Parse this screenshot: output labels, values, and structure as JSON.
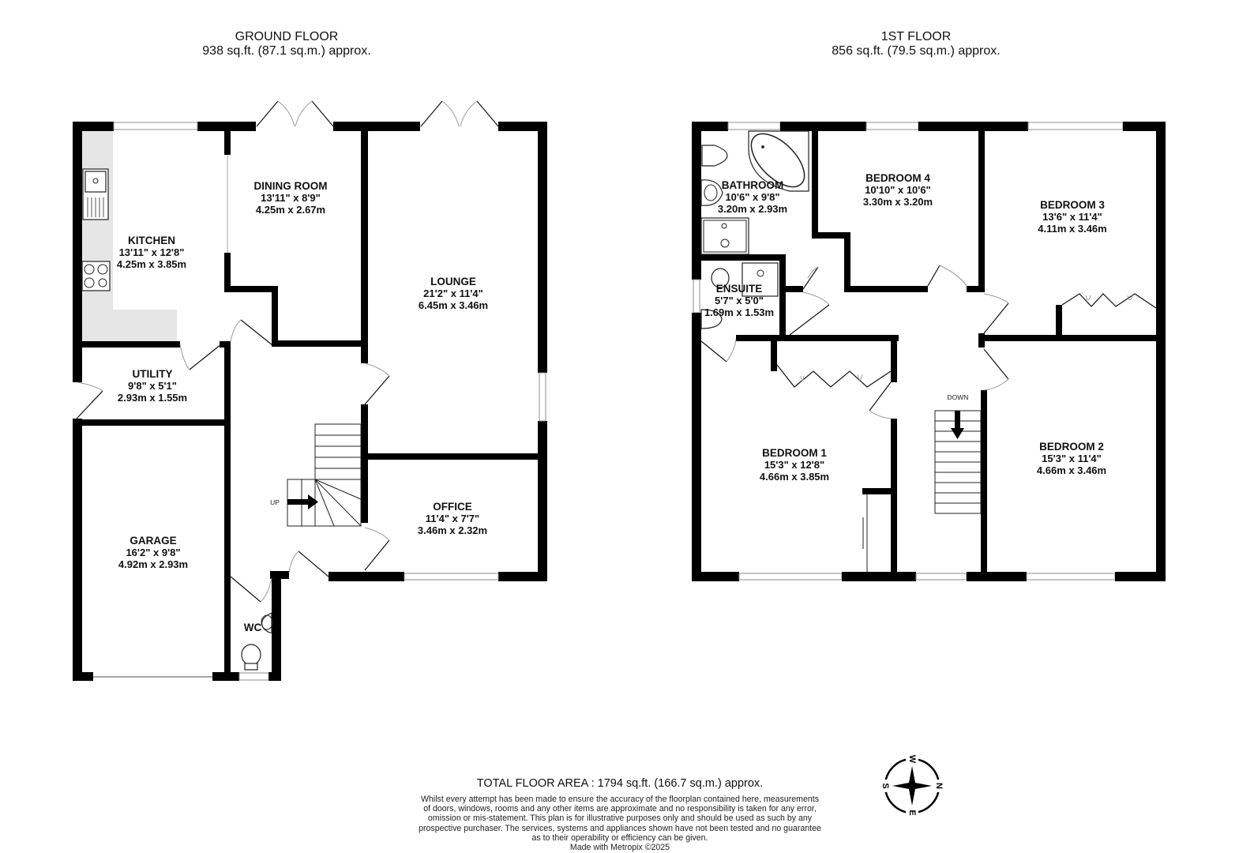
{
  "floors": [
    {
      "id": "ground",
      "title": "GROUND FLOOR",
      "area": "938 sq.ft. (87.1 sq.m.) approx.",
      "rooms": [
        {
          "name": "KITCHEN",
          "imperial": "13'11\"  x 12'8\"",
          "metric": "4.25m  x 3.85m"
        },
        {
          "name": "DINING ROOM",
          "imperial": "13'11\"  x 8'9\"",
          "metric": "4.25m  x 2.67m"
        },
        {
          "name": "LOUNGE",
          "imperial": "21'2\"  x 11'4\"",
          "metric": "6.45m  x 3.46m"
        },
        {
          "name": "UTILITY",
          "imperial": "9'8\"  x 5'1\"",
          "metric": "2.93m  x 1.55m"
        },
        {
          "name": "OFFICE",
          "imperial": "11'4\"  x 7'7\"",
          "metric": "3.46m  x 2.32m"
        },
        {
          "name": "GARAGE",
          "imperial": "16'2\"  x 9'8\"",
          "metric": "4.92m  x 2.93m"
        },
        {
          "name": "WC"
        }
      ],
      "stairs_label": "UP"
    },
    {
      "id": "first",
      "title": "1ST FLOOR",
      "area": "856 sq.ft. (79.5 sq.m.) approx.",
      "rooms": [
        {
          "name": "BATHROOM",
          "imperial": "10'6\"  x 9'8\"",
          "metric": "3.20m  x 2.93m"
        },
        {
          "name": "BEDROOM 4",
          "imperial": "10'10\"  x 10'6\"",
          "metric": "3.30m  x 3.20m"
        },
        {
          "name": "BEDROOM 3",
          "imperial": "13'6\"  x 11'4\"",
          "metric": "4.11m  x 3.46m"
        },
        {
          "name": "ENSUITE",
          "imperial": "5'7\"  x 5'0\"",
          "metric": "1.69m  x 1.53m"
        },
        {
          "name": "BEDROOM 1",
          "imperial": "15'3\"  x 12'8\"",
          "metric": "4.66m  x 3.85m"
        },
        {
          "name": "BEDROOM 2",
          "imperial": "15'3\"  x 11'4\"",
          "metric": "4.66m  x 3.46m"
        }
      ],
      "stairs_label": "DOWN"
    }
  ],
  "footer": {
    "total": "TOTAL FLOOR AREA : 1794 sq.ft. (166.7 sq.m.) approx.",
    "disclaimer": [
      "Whilst every attempt has been made to ensure the accuracy of the floorplan contained here, measurements",
      "of doors, windows, rooms and any other items are approximate and no responsibility is taken for any error,",
      "omission or mis-statement. This plan is for illustrative purposes only and should be used as such by any",
      "prospective purchaser. The services, systems and appliances shown have not been tested and no guarantee",
      "as to their operability or efficiency can be given.",
      "Made with Metropix ©2025"
    ]
  },
  "compass": {
    "icon": "compass-rose-icon",
    "labels": {
      "top": "W",
      "right": "N",
      "bottom": "E",
      "left": "S"
    }
  },
  "colors": {
    "wall": "#000000",
    "worktop": "#e6e6e6",
    "window": "#9a9a9a",
    "door_arc": "#9a9a9a",
    "background": "#ffffff"
  }
}
